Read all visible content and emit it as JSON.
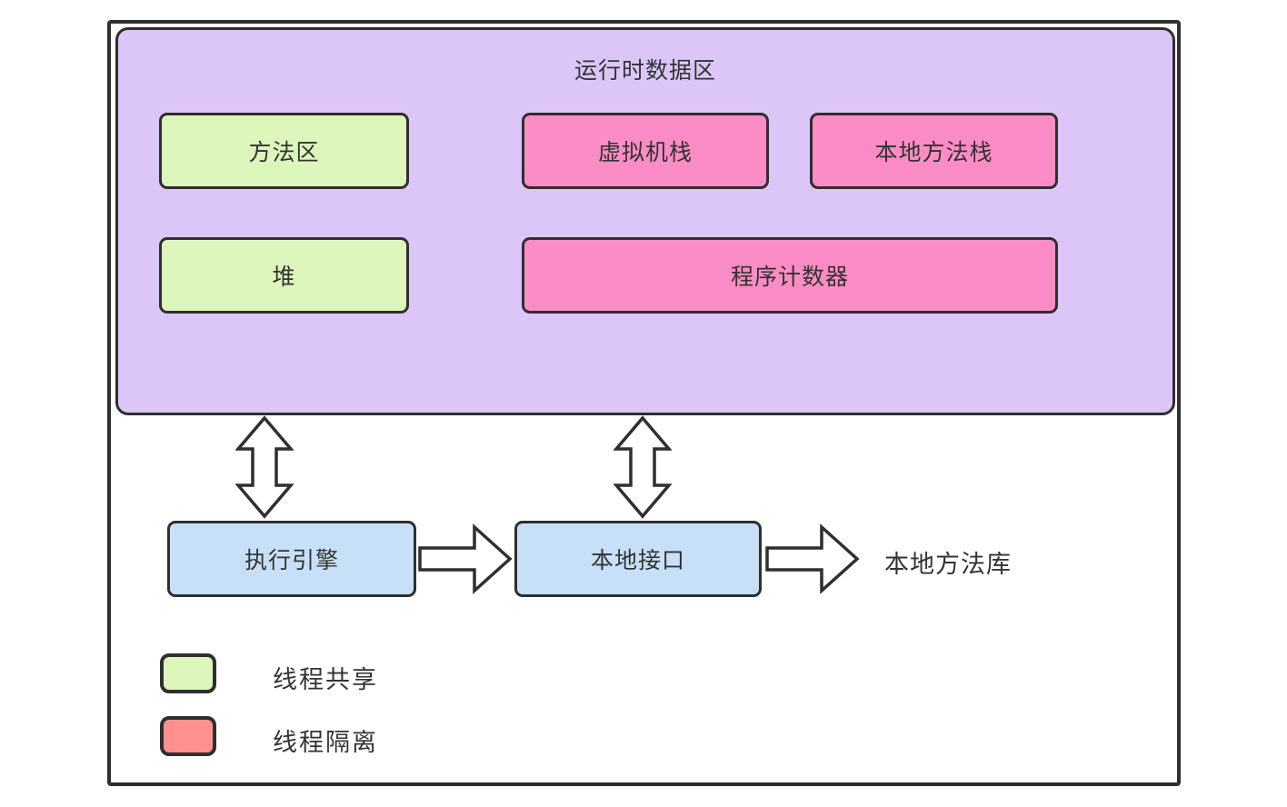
{
  "colors": {
    "background": "#ffffff",
    "border": "#2f2f2f",
    "text": "#333333",
    "purple_bg": "#dcc5f7",
    "green": "#ddf6bc",
    "pink": "#fb8cc5",
    "blue": "#c7e0f7",
    "red": "#fe9090",
    "arrow_fill": "#ffffff"
  },
  "runtime_area": {
    "title": "运行时数据区",
    "boxes": [
      {
        "label": "方法区",
        "type": "thread-shared"
      },
      {
        "label": "虚拟机栈",
        "type": "thread-isolated"
      },
      {
        "label": "本地方法栈",
        "type": "thread-isolated"
      },
      {
        "label": "堆",
        "type": "thread-shared"
      },
      {
        "label": "程序计数器",
        "type": "thread-isolated"
      }
    ]
  },
  "engine_row": {
    "execution_engine": "执行引擎",
    "native_interface": "本地接口",
    "native_library": "本地方法库"
  },
  "legend": {
    "items": [
      {
        "label": "线程共享",
        "swatch": "green"
      },
      {
        "label": "线程隔离",
        "swatch": "red"
      }
    ]
  }
}
